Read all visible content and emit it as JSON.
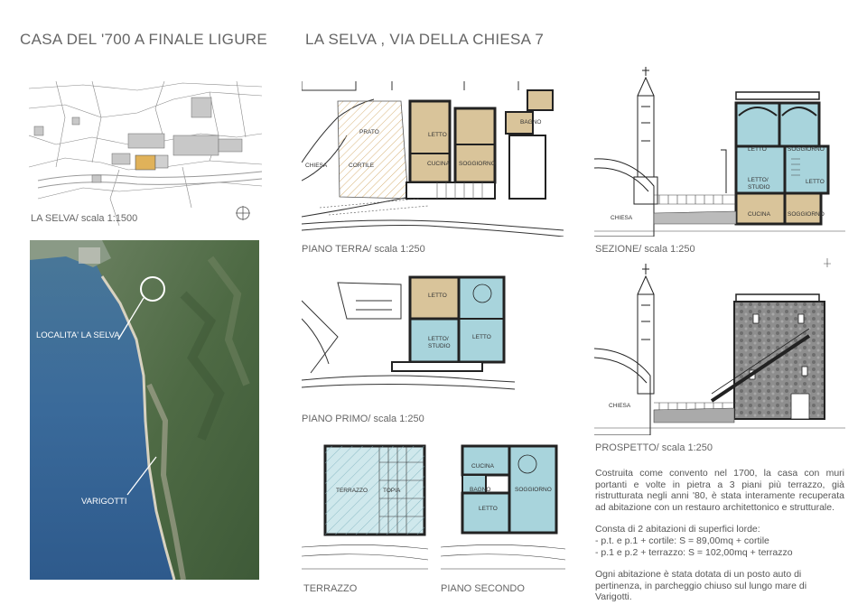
{
  "header": {
    "title_left": "CASA DEL  '700 A FINALE LIGURE",
    "title_right": "LA SELVA , VIA DELLA CHIESA   7"
  },
  "site_plan": {
    "caption": "LA SELVA/ scala 1:1500"
  },
  "aerial": {
    "label_locality": "LOCALITA' LA SELVA",
    "label_town": "VARIGOTTI"
  },
  "plans": {
    "ground": {
      "caption": "PIANO TERRA/ scala 1:250",
      "rooms": {
        "prato": "PRATO",
        "cortile": "CORTILE",
        "chiesa": "CHIESA",
        "letto": "LETTO",
        "cucina": "CUCINA",
        "soggiorno": "SOGGIORNO",
        "bagno": "BAGNO"
      }
    },
    "first": {
      "caption": "PIANO PRIMO/ scala 1:250",
      "rooms": {
        "letto_top": "LETTO",
        "letto_studio": "LETTO/ STUDIO",
        "letto": "LETTO"
      }
    },
    "terrace": {
      "caption": "TERRAZZO",
      "rooms": {
        "terrazzo": "TERRAZZO",
        "topia": "TOPIA"
      }
    },
    "second": {
      "caption": "PIANO SECONDO",
      "rooms": {
        "cucina": "CUCINA",
        "bagno": "BAGNO",
        "soggiorno": "SOGGIORNO",
        "letto": "LETTO"
      }
    }
  },
  "section": {
    "caption": "SEZIONE/ scala 1:250",
    "rooms": {
      "letto1": "LETTO",
      "soggiorno1": "SOGGIORNO",
      "letto_studio": "LETTO/ STUDIO",
      "letto2": "LETTO",
      "cucina": "CUCINA",
      "soggiorno2": "SOGGIORNO",
      "chiesa": "CHIESA"
    }
  },
  "elevation": {
    "caption": "PROSPETTO/ scala 1:250",
    "label_chiesa": "CHIESA"
  },
  "description": {
    "para1": "Costruita come convento nel 1700, la casa con muri portanti e volte in pietra a 3 piani più terrazzo, già ristrutturata negli anni '80, è stata interamente recuperata ad abitazione con un restauro architettonico e strutturale.",
    "para2_title": "Consta di 2 abitazioni di superfici lorde:",
    "para2_line1": "- p.t. e p.1 + cortile:     S =    89,00mq + cortile",
    "para2_line2": "- p.1 e p.2 + terrazzo: S = 102,00mq + terrazzo",
    "para3": "Ogni abitazione è stata dotata di un posto auto di pertinenza, in parcheggio chiuso sul lungo mare di Varigotti."
  },
  "colors": {
    "beige": "#d9c49a",
    "light_blue": "#a8d4dc",
    "stone": "#8a8a8a",
    "sea": "#3b6fa0",
    "land": "#4f6a45"
  }
}
